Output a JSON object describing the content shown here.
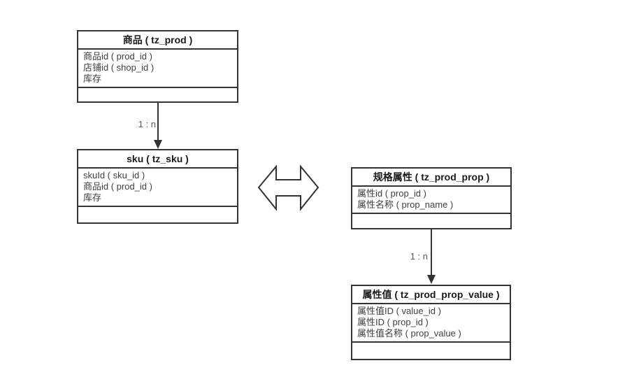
{
  "diagram": {
    "background": "#ffffff",
    "border_color": "#333333",
    "arrow_color": "#333333",
    "tables": [
      {
        "title": "商品 ( tz_prod )",
        "fields": [
          "商品id ( prod_id )",
          "店铺id ( shop_id )",
          "库存"
        ]
      },
      {
        "title": "sku ( tz_sku )",
        "fields": [
          "skuId ( sku_id )",
          "商品id ( prod_id )",
          "库存"
        ]
      },
      {
        "title": "规格属性 ( tz_prod_prop )",
        "fields": [
          "属性id ( prop_id )",
          "属性名称 ( prop_name )"
        ]
      },
      {
        "title": "属性值 ( tz_prod_prop_value )",
        "fields": [
          "属性值ID ( value_id )",
          "属性ID ( prop_id )",
          "属性值名称 ( prop_value )"
        ]
      }
    ],
    "relations": [
      {
        "from": "商品 ( tz_prod )",
        "to": "sku ( tz_sku )",
        "label": "1 : n"
      },
      {
        "from": "规格属性 ( tz_prod_prop )",
        "to": "属性值 ( tz_prod_prop_value )",
        "label": "1 : n"
      }
    ],
    "link_icon": "double-headed-horizontal-arrow"
  }
}
